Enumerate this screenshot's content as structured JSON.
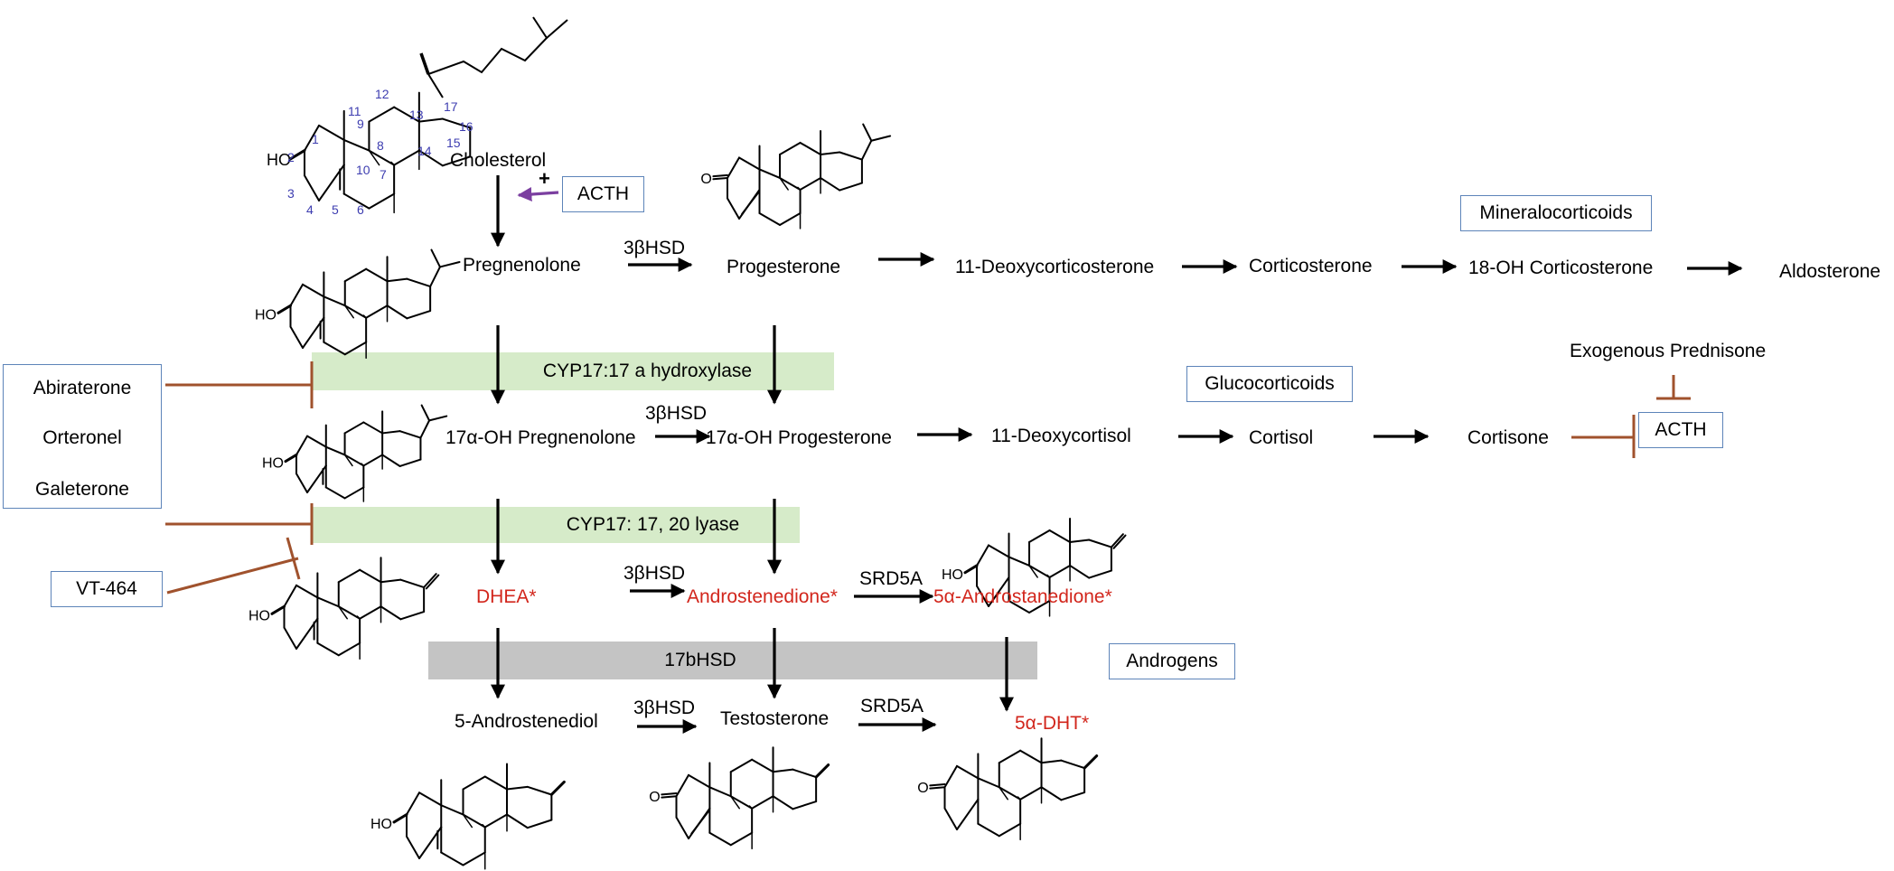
{
  "colors": {
    "arrow": "#000000",
    "inhibit": "#a0522d",
    "activate": "#7b3fa0",
    "box_border": "#5d84b9",
    "red_text": "#d2261c",
    "green_band": "#d6ebc9",
    "grey_band": "#c4c4c4"
  },
  "compounds": {
    "cholesterol": "Cholesterol",
    "pregnenolone": "Pregnenolone",
    "progesterone": "Progesterone",
    "deoxycorticosterone": "11-Deoxycorticosterone",
    "corticosterone": "Corticosterone",
    "oh_corticosterone": "18-OH Corticosterone",
    "aldosterone": "Aldosterone",
    "oh_pregnenolone": "17α-OH Pregnenolone",
    "oh_progesterone": "17α-OH Progesterone",
    "deoxycortisol": "11-Deoxycortisol",
    "cortisol": "Cortisol",
    "cortisone": "Cortisone",
    "dhea": "DHEA*",
    "androstenedione": "Androstenedione*",
    "androstanedione": "5α-Androstanedione*",
    "androstenediol": "5-Androstenediol",
    "testosterone": "Testosterone",
    "dht": "5α-DHT*"
  },
  "enzymes": {
    "hsd_1": "3βHSD",
    "hsd_2": "3βHSD",
    "hsd_3": "3βHSD",
    "hsd_4": "3βHSD",
    "srd5a_1": "SRD5A",
    "srd5a_2": "SRD5A",
    "cyp17_hydroxylase": "CYP17:17 a hydroxylase",
    "cyp17_lyase": "CYP17: 17, 20 lyase",
    "hsd17b": "17bHSD"
  },
  "categories": {
    "mineralocorticoids": "Mineralocorticoids",
    "glucocorticoids": "Glucocorticoids",
    "androgens": "Androgens"
  },
  "regulators": {
    "acth_top": "ACTH",
    "acth_plus": "+",
    "acth_right": "ACTH",
    "exogenous_prednisone": "Exogenous Prednisone"
  },
  "inhibitors": {
    "abiraterone": "Abiraterone",
    "orteronel": "Orteronel",
    "galeterone": "Galeterone",
    "vt464": "VT-464"
  },
  "cholesterol_numbering": [
    "1",
    "2",
    "3",
    "4",
    "5",
    "6",
    "7",
    "8",
    "9",
    "10",
    "11",
    "12",
    "13",
    "14",
    "15",
    "16",
    "17"
  ]
}
